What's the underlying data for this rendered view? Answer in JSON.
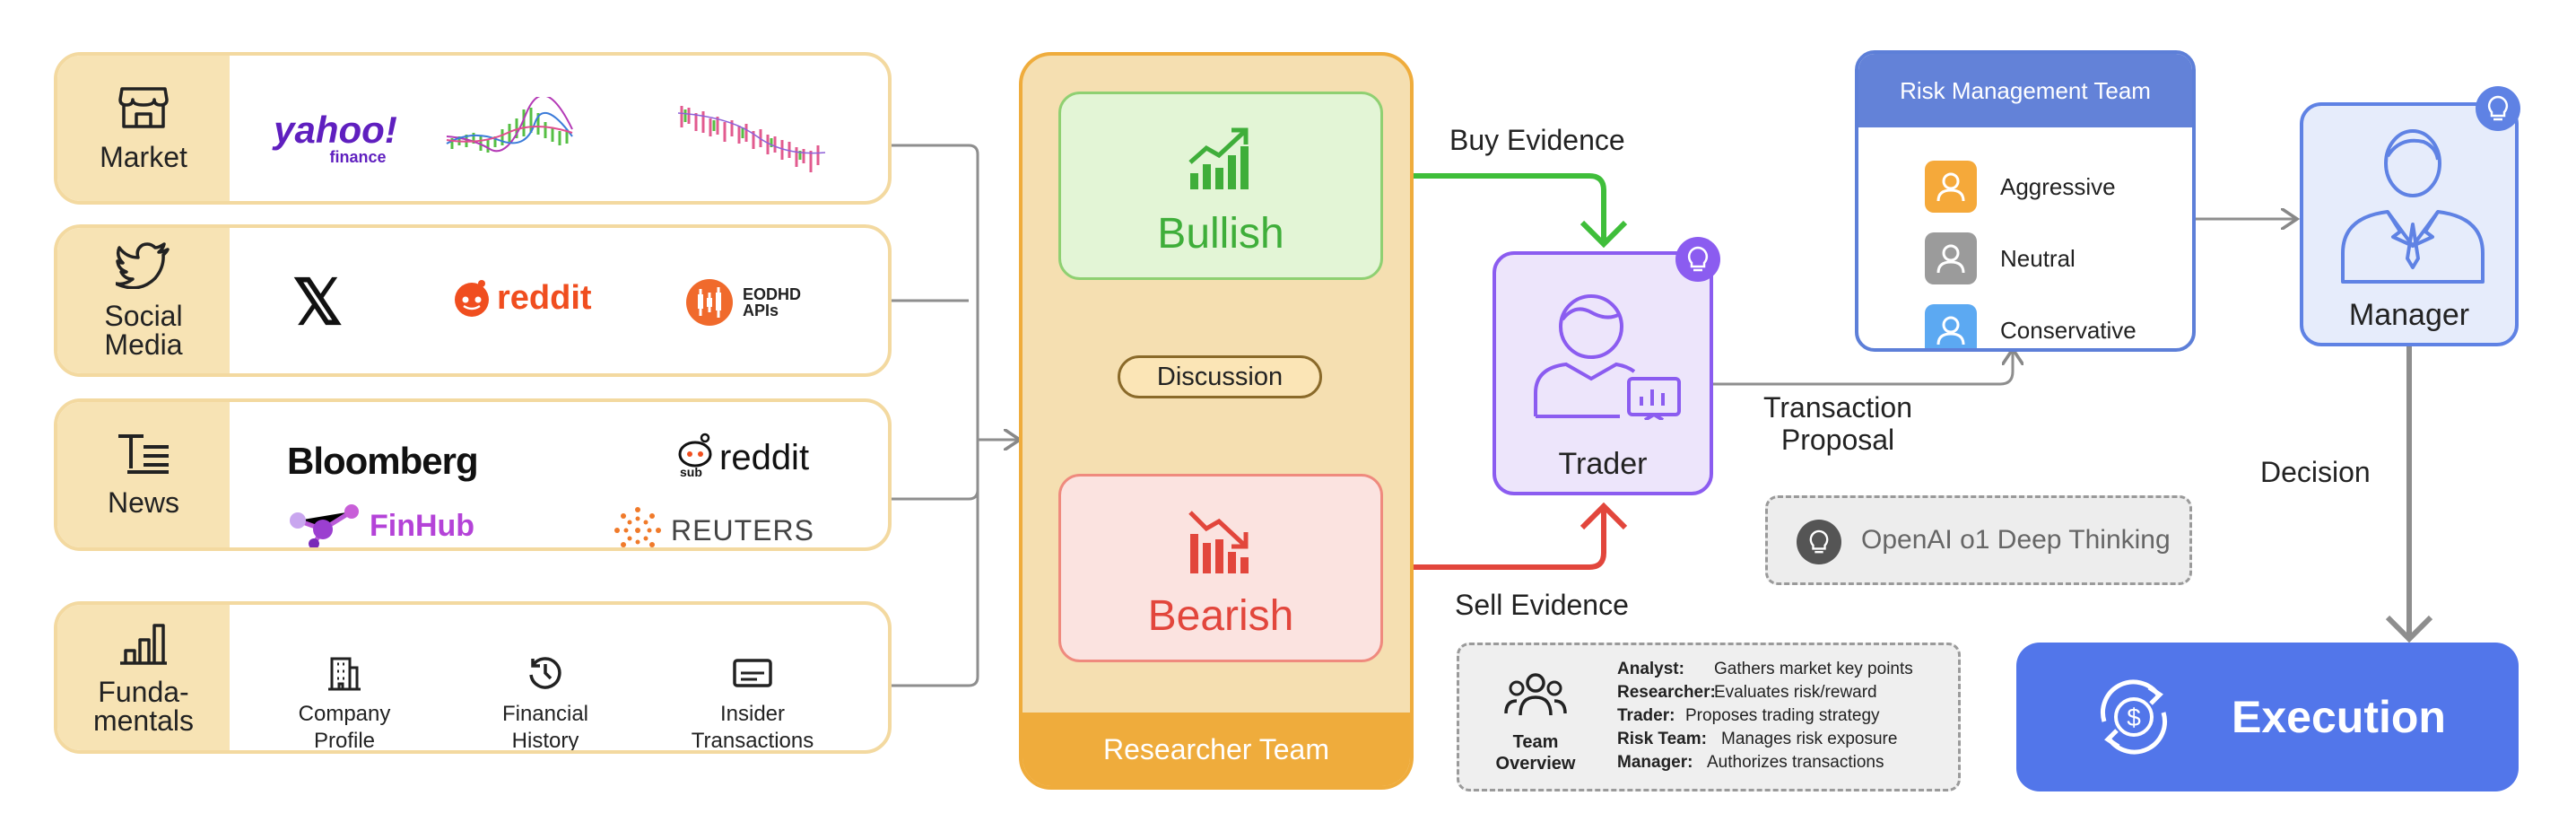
{
  "sources": [
    {
      "category": "Market",
      "logos": [
        "yahoo!",
        "finance"
      ]
    },
    {
      "category": "Social\nMedia",
      "logos": [
        "𝕏",
        "reddit",
        "EODHD",
        "APIs"
      ]
    },
    {
      "category": "News",
      "logos": [
        "Bloomberg",
        "reddit",
        "sub",
        "FinHub",
        "REUTERS"
      ]
    },
    {
      "category": "Funda-\nmentals",
      "items": [
        "Company\nProfile",
        "Financial\nHistory",
        "Insider\nTransactions"
      ]
    }
  ],
  "researcher": {
    "team_label": "Researcher Team",
    "bullish": "Bullish",
    "bearish": "Bearish",
    "discussion": "Discussion"
  },
  "edges": {
    "buy": "Buy Evidence",
    "sell": "Sell Evidence",
    "proposal": "Transaction\nProposal",
    "decision": "Decision"
  },
  "trader": {
    "label": "Trader"
  },
  "risk": {
    "title": "Risk Management Team",
    "members": [
      {
        "label": "Aggressive",
        "color": "#f5a93a"
      },
      {
        "label": "Neutral",
        "color": "#9b9b9b"
      },
      {
        "label": "Conservative",
        "color": "#5ca9f2"
      }
    ]
  },
  "manager": {
    "label": "Manager"
  },
  "execution": {
    "label": "Execution"
  },
  "openai": {
    "label": "OpenAI o1 Deep Thinking"
  },
  "overview": {
    "title": "Team\nOverview",
    "rows": [
      {
        "role": "Analyst:",
        "desc": "Gathers market key points"
      },
      {
        "role": "Researcher:",
        "desc": "Evaluates risk/reward"
      },
      {
        "role": "Trader:",
        "desc": "Proposes trading strategy"
      },
      {
        "role": "Risk Team:",
        "desc": "Manages risk exposure"
      },
      {
        "role": "Manager:",
        "desc": "Authorizes transactions"
      }
    ]
  },
  "colors": {
    "bull": "#3fae3a",
    "bear": "#e2463c",
    "trader": "#8b5cf0",
    "manager": "#5f82e4",
    "researcher": "#efac3c"
  }
}
